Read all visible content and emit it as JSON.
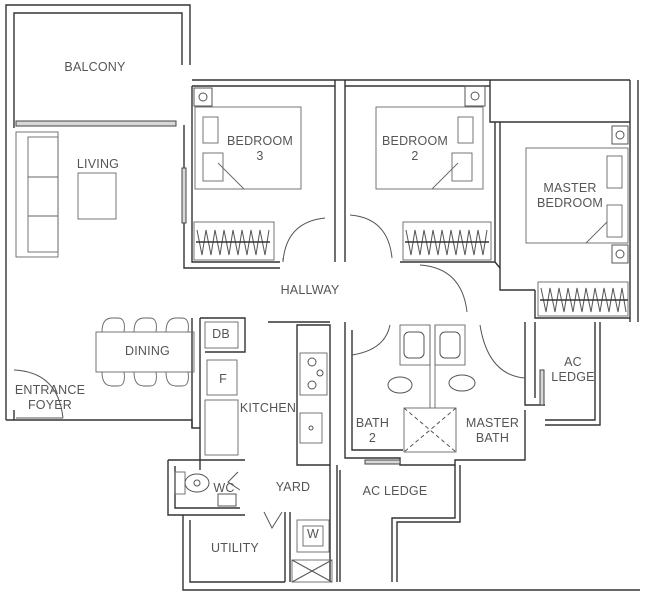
{
  "floor_plan": {
    "rooms": [
      {
        "id": "balcony",
        "label": "BALCONY"
      },
      {
        "id": "living",
        "label": "LIVING"
      },
      {
        "id": "bedroom3",
        "label": "BEDROOM\n3"
      },
      {
        "id": "bedroom2",
        "label": "BEDROOM\n2"
      },
      {
        "id": "master_bedroom",
        "label": "MASTER\nBEDROOM"
      },
      {
        "id": "hallway",
        "label": "HALLWAY"
      },
      {
        "id": "dining",
        "label": "DINING"
      },
      {
        "id": "entrance_foyer",
        "label": "ENTRANCE\nFOYER"
      },
      {
        "id": "db",
        "label": "DB"
      },
      {
        "id": "fridge",
        "label": "F"
      },
      {
        "id": "kitchen",
        "label": "KITCHEN"
      },
      {
        "id": "bath2",
        "label": "BATH\n2"
      },
      {
        "id": "master_bath",
        "label": "MASTER\nBATH"
      },
      {
        "id": "ac_ledge_right",
        "label": "AC\nLEDGE"
      },
      {
        "id": "ac_ledge_bottom",
        "label": "AC LEDGE"
      },
      {
        "id": "wc",
        "label": "WC"
      },
      {
        "id": "yard",
        "label": "YARD"
      },
      {
        "id": "washer",
        "label": "W"
      },
      {
        "id": "utility",
        "label": "UTILITY"
      }
    ]
  }
}
